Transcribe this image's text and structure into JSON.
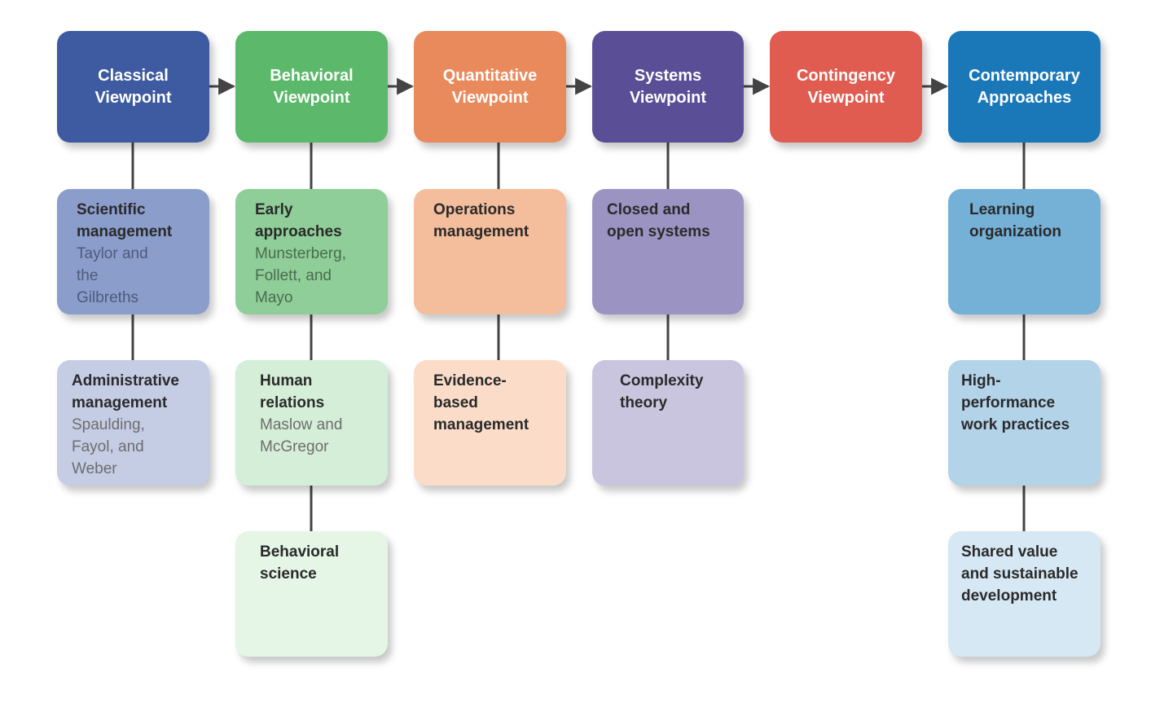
{
  "colors": {
    "classical": "#3e5aa0",
    "behavioral": "#5cb86a",
    "quantitative": "#e98a5c",
    "systems": "#5a4f96",
    "contingency": "#e05c50",
    "contemporary": "#1a78b9",
    "connector": "#444444"
  },
  "headers": {
    "classical": "Classical\nViewpoint",
    "behavioral": "Behavioral\nViewpoint",
    "quantitative": "Quantitative\nViewpoint",
    "systems": "Systems\nViewpoint",
    "contingency": "Contingency\nViewpoint",
    "contemporary": "Contemporary\nApproaches"
  },
  "items": {
    "scientific": {
      "title": "Scientific\nmanagement",
      "detail": "Taylor and\nthe\nGilbreths"
    },
    "administrative": {
      "title": "Administrative\nmanagement",
      "detail": "Spaulding,\nFayol, and\nWeber"
    },
    "early": {
      "title": "Early\napproaches",
      "detail": "Munsterberg,\nFollett, and\nMayo"
    },
    "human": {
      "title": "Human\nrelations",
      "detail": "Maslow and\nMcGregor"
    },
    "behavioral_science": {
      "title": "Behavioral\nscience"
    },
    "operations": {
      "title": "Operations\nmanagement"
    },
    "evidence": {
      "title": "Evidence-\nbased\nmanagement"
    },
    "closed_open": {
      "title": "Closed and\nopen systems"
    },
    "complexity": {
      "title": "Complexity\ntheory"
    },
    "learning": {
      "title": "Learning\norganization"
    },
    "high_perf": {
      "title": "High-\nperformance\nwork practices"
    },
    "shared_value": {
      "title": "Shared value\nand sustainable\ndevelopment"
    }
  }
}
